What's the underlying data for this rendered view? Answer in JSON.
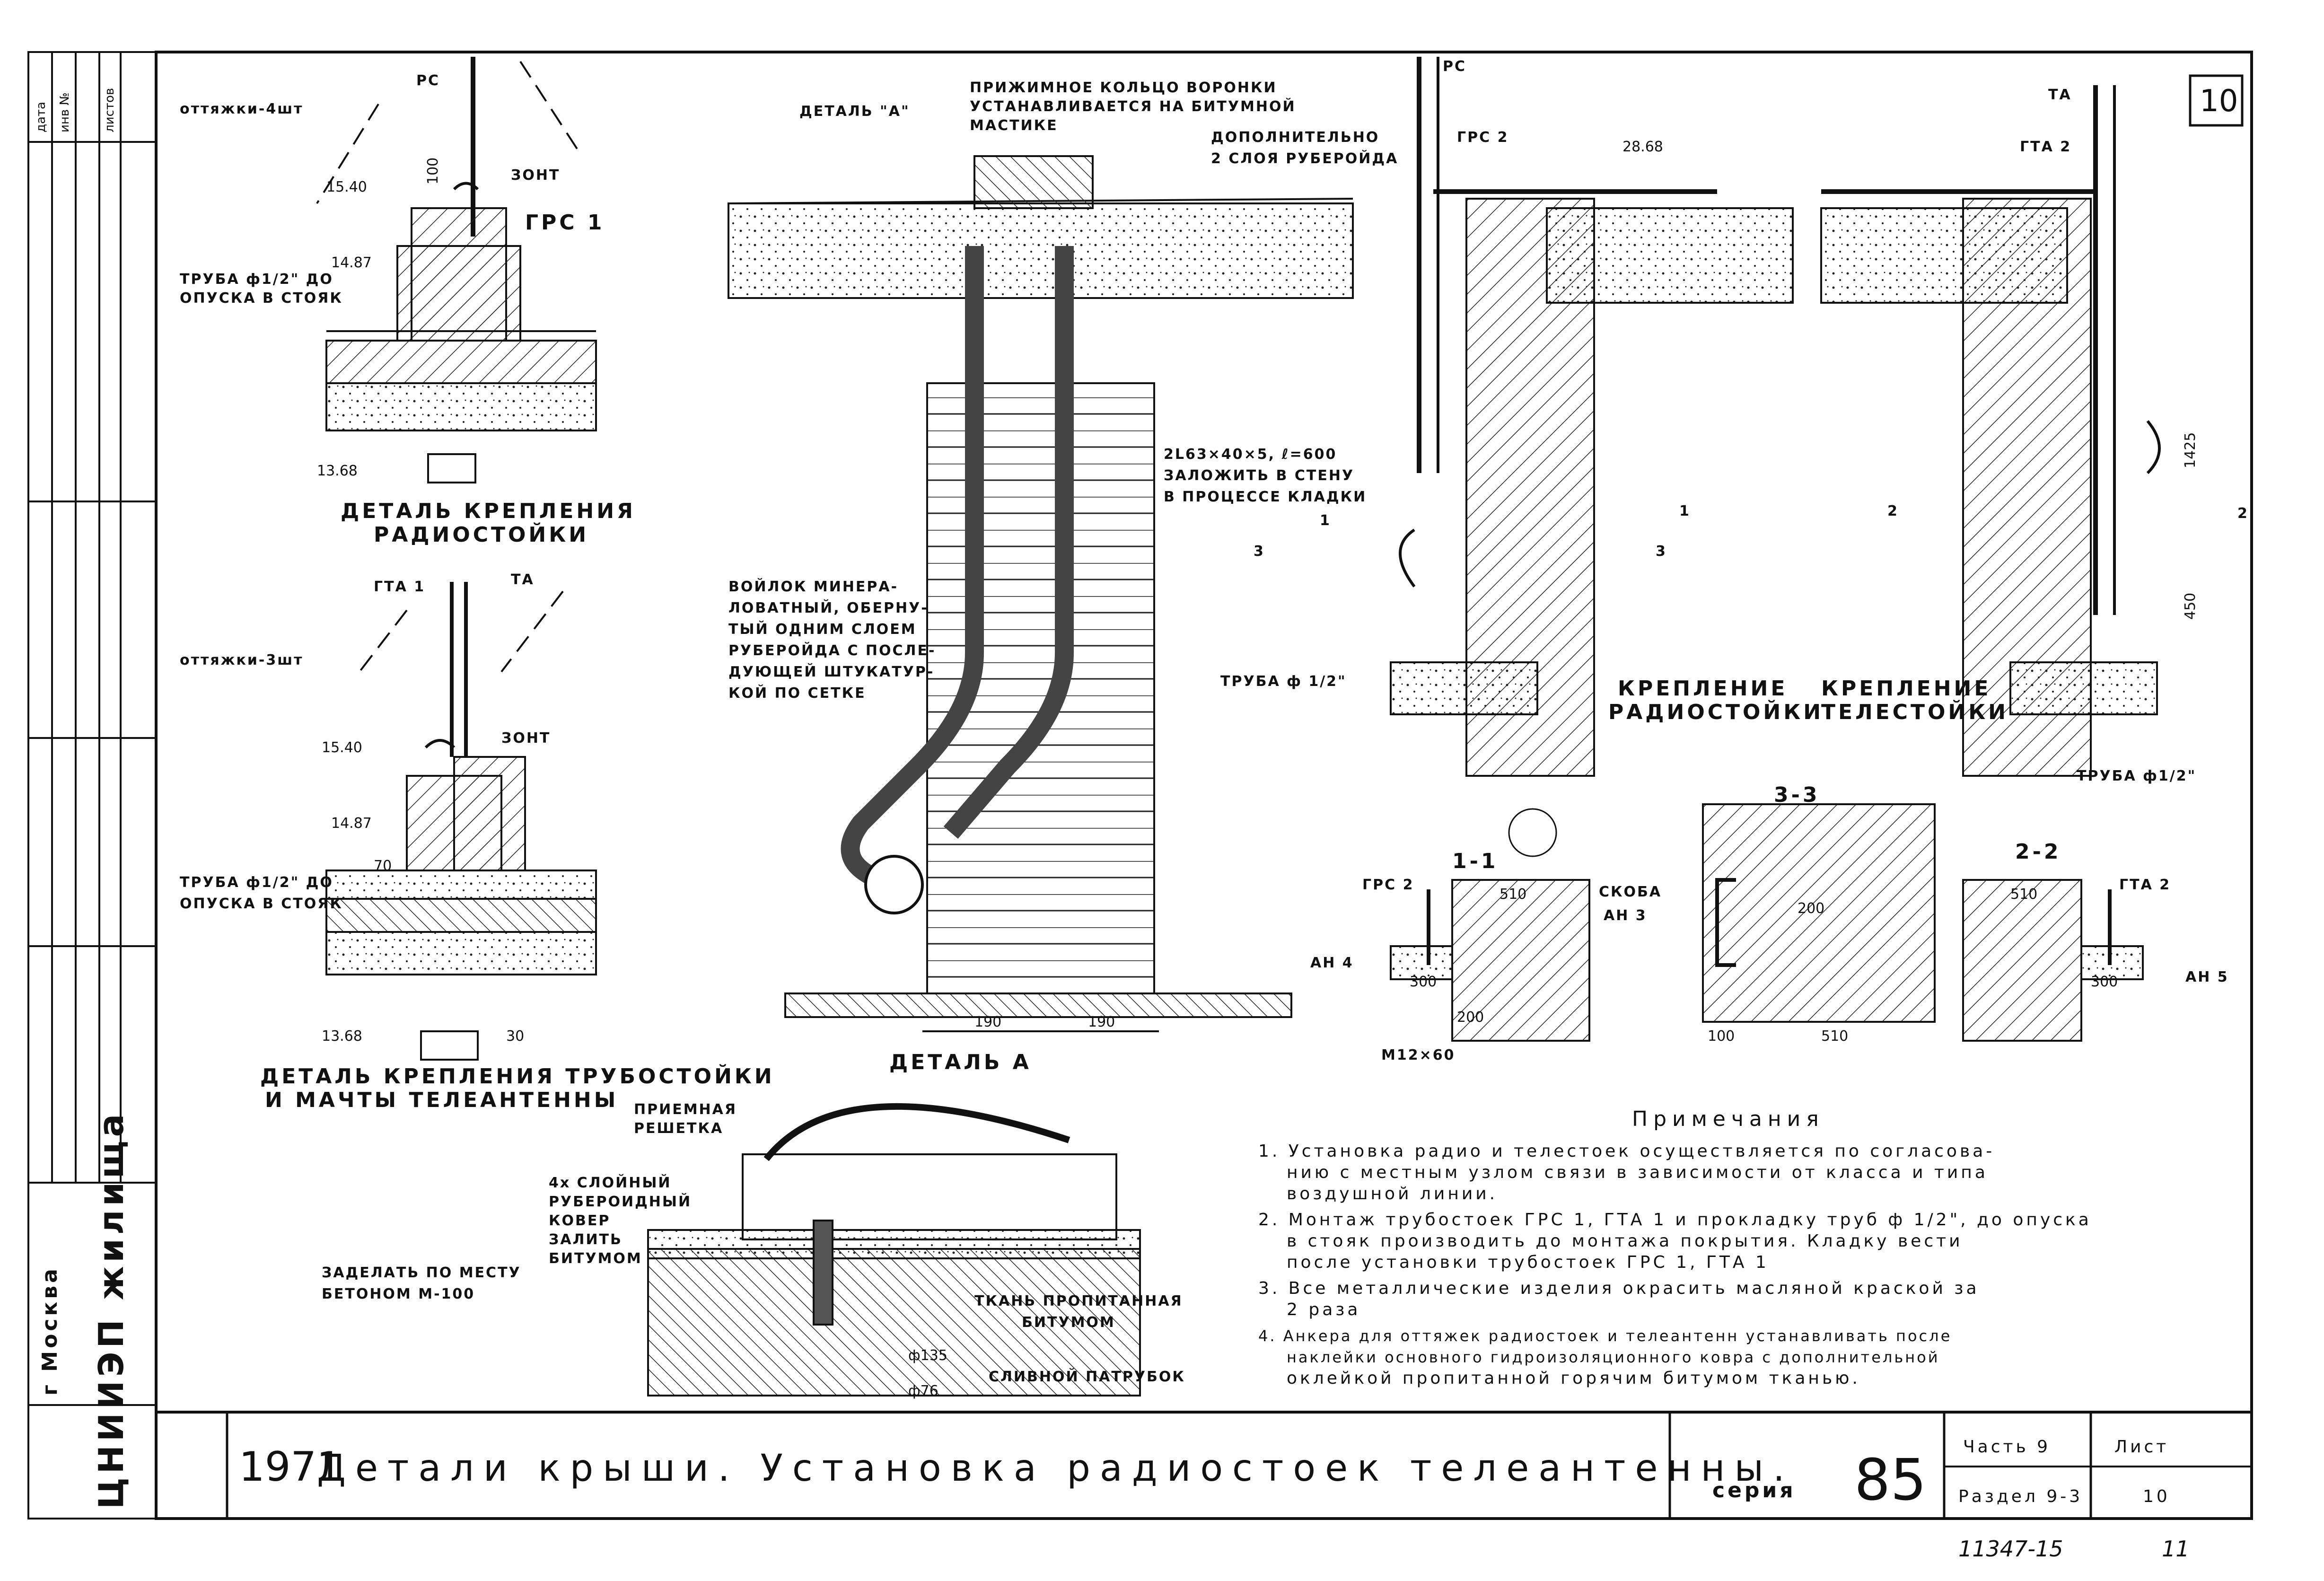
{
  "sheet_number_top": "10",
  "stamp": {
    "org_city": "г Москва",
    "org_name": "ЦНИИЭП жилища",
    "year": "1971",
    "title": "Детали крыши. Установка радиостоек телеантенны.",
    "series_label": "серия",
    "series_number": "85",
    "part_label": "Часть 9",
    "section_label": "Раздел 9-3",
    "sheet_label": "Лист",
    "sheet_value": "10",
    "archive_number": "11347-15",
    "archive_suffix": "11",
    "left_column": [
      "дата",
      "инв №",
      "листов"
    ]
  },
  "diagram": {
    "guy_4": "оттяжки-4шт",
    "guy_3": "оттяжки-3шт",
    "rs": "РС",
    "grs1": "ГРС 1",
    "grs2": "ГРС 2",
    "gta1": "ГТА 1",
    "gta2": "ГТА 2",
    "ta": "ТА",
    "zont": "ЗОНТ",
    "pipe_note_line1": "ТРУБА ф1/2\" ДО",
    "pipe_note_line2": "ОПУСКА В СТОЯК",
    "elev_1540": "15.40",
    "elev_1487": "14.87",
    "elev_1368": "13.68",
    "elev_2868": "28.68",
    "dim_100": "100",
    "dim_70": "70",
    "dim_30": "30",
    "detail_radio_l1": "ДЕТАЛЬ КРЕПЛЕНИЯ",
    "detail_radio_l2": "РАДИОСТОЙКИ",
    "detail_tv_l1": "ДЕТАЛЬ КРЕПЛЕНИЯ ТРУБОСТОЙКИ",
    "detail_tv_l2": "И МАЧТЫ ТЕЛЕАНТЕННЫ",
    "detail_a_ref": "ДЕТАЛЬ \"А\"",
    "ring_l1": "ПРИЖИМНОЕ КОЛЬЦО ВОРОНКИ",
    "ring_l2": "УСТАНАВЛИВАЕТСЯ НА БИТУМНОЙ",
    "ring_l3": "МАСТИКЕ",
    "extra_l1": "ДОПОЛНИТЕЛЬНО",
    "extra_l2": "2 СЛОЯ РУБЕРОЙДА",
    "felt_l1": "ВОЙЛОК МИНЕРА-",
    "felt_l2": "ЛОВАТНЫЙ, ОБЕРНУ-",
    "felt_l3": "ТЫЙ ОДНИМ СЛОЕМ",
    "felt_l4": "РУБЕРОЙДА С ПОСЛЕ-",
    "felt_l5": "ДУЮЩЕЙ ШТУКАТУР-",
    "felt_l6": "КОЙ ПО СЕТКЕ",
    "strip_l1": "2L63×40×5, ℓ=600",
    "strip_l2": "ЗАЛОЖИТЬ В СТЕНУ",
    "strip_l3": "В ПРОЦЕССЕ КЛАДКИ",
    "dim_190a": "190",
    "dim_190b": "190",
    "detail_a_title": "ДЕТАЛЬ А",
    "grille_l1": "ПРИЕМНАЯ",
    "grille_l2": "РЕШЕТКА",
    "carpet_l1": "4х СЛОЙНЫЙ",
    "carpet_l2": "РУБЕРОИДНЫЙ",
    "carpet_l3": "КОВЕР",
    "carpet_l4": "ЗАЛИТЬ",
    "carpet_l5": "БИТУМОМ",
    "seal_l1": "ЗАДЕЛАТЬ ПО МЕСТУ",
    "seal_l2": "БЕТОНОМ М-100",
    "fabric_l1": "ТКАНЬ ПРОПИТАННАЯ",
    "fabric_l2": "БИТУМОМ",
    "phi135": "ф135",
    "phi76": "ф76",
    "drain": "СЛИВНОЙ ПАТРУБОК",
    "pipe_half": "ТРУБА ф 1/2\"",
    "pipe_half_r": "ТРУБА ф1/2\"",
    "mount_radio_l1": "КРЕПЛЕНИЕ",
    "mount_radio_l2": "РАДИОСТОЙКИ",
    "mount_tv_l1": "КРЕПЛЕНИЕ",
    "mount_tv_l2": "ТЕЛЕСТОЙКИ",
    "dim_1425": "1425",
    "dim_450": "450",
    "cut1": "1",
    "cut2": "2",
    "cut3": "3",
    "sec11": "1-1",
    "sec22": "2-2",
    "sec33": "3-3",
    "an3": "АН 3",
    "an4": "АН 4",
    "an5": "АН 5",
    "bracket": "СКОБА",
    "m12": "М12×60",
    "dim_510a": "510",
    "dim_510b": "510",
    "dim_510c": "510",
    "dim_300a": "300",
    "dim_300b": "300",
    "dim_200a": "200",
    "dim_200b": "200",
    "dim_100b": "100"
  },
  "notes": {
    "heading": "Примечания",
    "items": [
      "1. Установка радио и телестоек осуществляется по согласова-",
      "нию с местным узлом связи в зависимости от класса и типа",
      "воздушной линии.",
      "2. Монтаж трубостоек ГРС 1, ГТА 1 и прокладку труб ф 1/2\", до опуска",
      "в стояк производить до монтажа покрытия. Кладку вести",
      "после установки трубостоек ГРС 1, ГТА 1",
      "3. Все металлические изделия окрасить масляной краской за",
      "2 раза",
      "4. Анкера для оттяжек радиостоек и телеантенн устанавливать после",
      "наклейки основного гидроизоляционного ковра с дополнительной",
      "оклейкой пропитанной горячим битумом тканью."
    ]
  }
}
